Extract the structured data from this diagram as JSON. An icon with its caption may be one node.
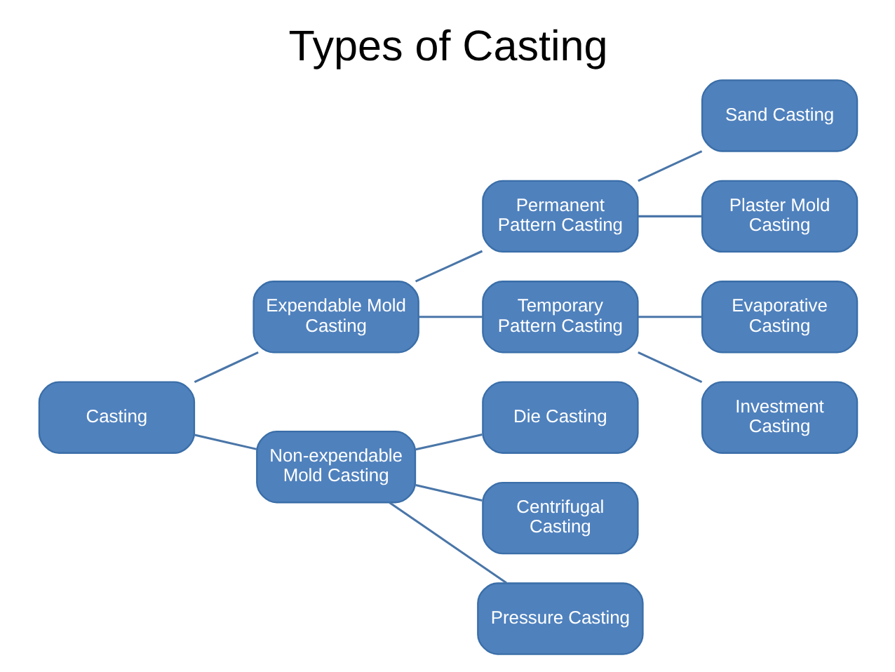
{
  "diagram": {
    "title": "Types of Casting",
    "nodes": [
      {
        "text": [
          "Casting"
        ]
      },
      {
        "text": [
          "Expendable Mold Casting"
        ]
      },
      {
        "text": [
          "Non-expendable Mold Casting"
        ]
      },
      {
        "text": [
          "Permanent Pattern Casting"
        ]
      },
      {
        "text": [
          "Temporary Pattern Casting"
        ]
      },
      {
        "text": [
          "Die Casting"
        ]
      },
      {
        "text": [
          "Centrifugal Casting"
        ]
      },
      {
        "text": [
          "Pressure Casting"
        ]
      },
      {
        "text": [
          "Sand Casting"
        ]
      },
      {
        "text": [
          "Plaster Mold Casting"
        ]
      },
      {
        "text": [
          "Evaporative Casting"
        ]
      },
      {
        "text": [
          "Investment Casting"
        ]
      }
    ],
    "edges": [
      {
        "from": 0,
        "to": 1,
        "arrow": "none"
      },
      {
        "from": 0,
        "to": 2,
        "arrow": "none"
      },
      {
        "from": 1,
        "to": 3,
        "arrow": "none"
      },
      {
        "from": 1,
        "to": 4,
        "arrow": "none"
      },
      {
        "from": 2,
        "to": 5,
        "arrow": "none"
      },
      {
        "from": 2,
        "to": 6,
        "arrow": "none"
      },
      {
        "from": 2,
        "to": 7,
        "arrow": "none"
      },
      {
        "from": 3,
        "to": 8,
        "arrow": "none"
      },
      {
        "from": 3,
        "to": 9,
        "arrow": "none"
      },
      {
        "from": 4,
        "to": 10,
        "arrow": "none"
      },
      {
        "from": 4,
        "to": 11,
        "arrow": "none"
      }
    ]
  }
}
